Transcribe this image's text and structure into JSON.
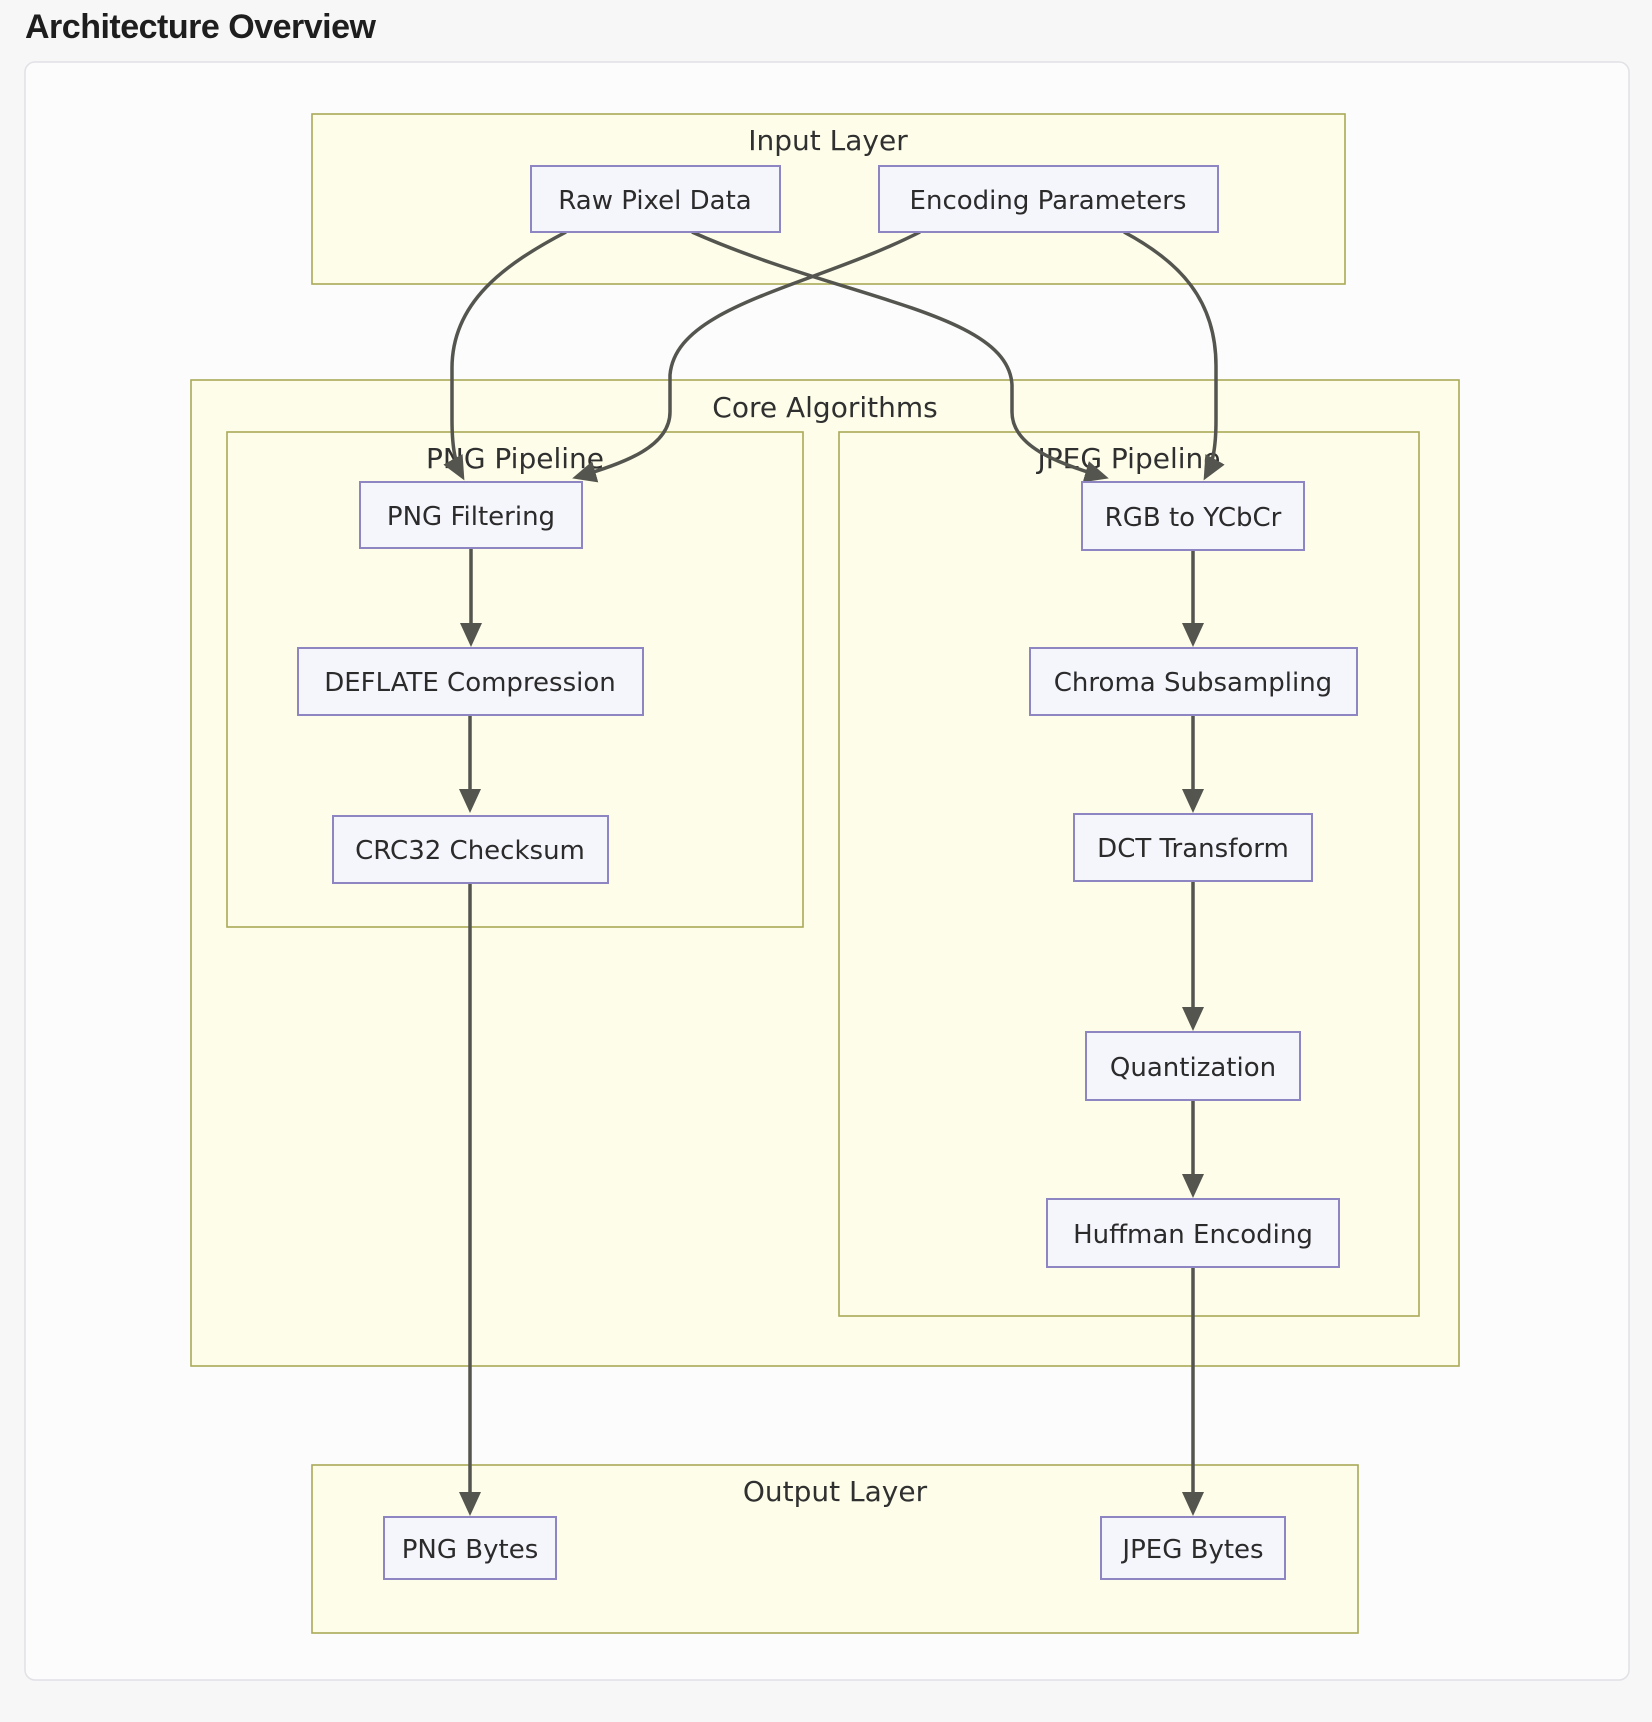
{
  "page": {
    "title": "Architecture Overview"
  },
  "diagram": {
    "type": "flowchart",
    "clusters": {
      "input": {
        "label": "Input Layer"
      },
      "core": {
        "label": "Core Algorithms"
      },
      "png_pipeline": {
        "label": "PNG Pipeline",
        "parent": "core"
      },
      "jpeg_pipeline": {
        "label": "JPEG Pipeline",
        "parent": "core"
      },
      "output": {
        "label": "Output Layer"
      }
    },
    "nodes": {
      "raw_pixel_data": {
        "label": "Raw Pixel Data",
        "cluster": "input"
      },
      "encoding_parameters": {
        "label": "Encoding Parameters",
        "cluster": "input"
      },
      "png_filtering": {
        "label": "PNG Filtering",
        "cluster": "png_pipeline"
      },
      "deflate_compression": {
        "label": "DEFLATE Compression",
        "cluster": "png_pipeline"
      },
      "crc32_checksum": {
        "label": "CRC32 Checksum",
        "cluster": "png_pipeline"
      },
      "rgb_to_ycbcr": {
        "label": "RGB to YCbCr",
        "cluster": "jpeg_pipeline"
      },
      "chroma_subsampling": {
        "label": "Chroma Subsampling",
        "cluster": "jpeg_pipeline"
      },
      "dct_transform": {
        "label": "DCT Transform",
        "cluster": "jpeg_pipeline"
      },
      "quantization": {
        "label": "Quantization",
        "cluster": "jpeg_pipeline"
      },
      "huffman_encoding": {
        "label": "Huffman Encoding",
        "cluster": "jpeg_pipeline"
      },
      "png_bytes": {
        "label": "PNG Bytes",
        "cluster": "output"
      },
      "jpeg_bytes": {
        "label": "JPEG Bytes",
        "cluster": "output"
      }
    },
    "edges": [
      {
        "from": "Raw Pixel Data",
        "to": "PNG Filtering"
      },
      {
        "from": "Raw Pixel Data",
        "to": "RGB to YCbCr"
      },
      {
        "from": "Encoding Parameters",
        "to": "PNG Filtering"
      },
      {
        "from": "Encoding Parameters",
        "to": "RGB to YCbCr"
      },
      {
        "from": "PNG Filtering",
        "to": "DEFLATE Compression"
      },
      {
        "from": "DEFLATE Compression",
        "to": "CRC32 Checksum"
      },
      {
        "from": "CRC32 Checksum",
        "to": "PNG Bytes"
      },
      {
        "from": "RGB to YCbCr",
        "to": "Chroma Subsampling"
      },
      {
        "from": "Chroma Subsampling",
        "to": "DCT Transform"
      },
      {
        "from": "DCT Transform",
        "to": "Quantization"
      },
      {
        "from": "Quantization",
        "to": "Huffman Encoding"
      },
      {
        "from": "Huffman Encoding",
        "to": "JPEG Bytes"
      }
    ],
    "colors": {
      "page_background": "#f7f7f8",
      "card_background": "#fcfcfd",
      "card_border": "#e1e1e6",
      "cluster_fill": "#fdfde9",
      "cluster_border": "#a9aa58",
      "node_fill": "#f5f5fc",
      "node_border": "#8d86c3",
      "edge": "#555550",
      "text": "#2b2b2b"
    }
  }
}
